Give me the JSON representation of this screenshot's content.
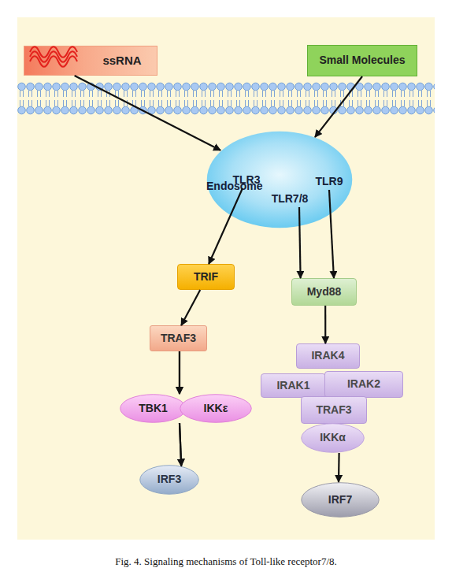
{
  "diagram": {
    "caption": "Fig. 4. Signaling mechanisms of Toll-like receptor7/8.",
    "nodes": [
      {
        "text": [
          "ssRNA"
        ]
      },
      {
        "text": [
          "Small Molecules"
        ]
      },
      {
        "text": [
          "Endosome"
        ]
      },
      {
        "text": [
          "TLR3"
        ],
        "in": 2
      },
      {
        "text": [
          "TLR7/8"
        ],
        "in": 2
      },
      {
        "text": [
          "TLR9"
        ],
        "in": 2
      },
      {
        "text": [
          "TRIF"
        ]
      },
      {
        "text": [
          "Myd88"
        ]
      },
      {
        "text": [
          "TRAF3"
        ]
      },
      {
        "text": [
          "IRAK4"
        ]
      },
      {
        "text": [
          "IRAK1"
        ]
      },
      {
        "text": [
          "IRAK2"
        ]
      },
      {
        "text": [
          "TBK1"
        ]
      },
      {
        "text": [
          "IKKε"
        ]
      },
      {
        "text": [
          "TRAF3"
        ]
      },
      {
        "text": [
          "IKKα"
        ]
      },
      {
        "text": [
          "IRF3"
        ]
      },
      {
        "text": [
          "IRF7"
        ]
      }
    ],
    "edges": [
      {
        "from": 0,
        "to": 2,
        "arrow": "to"
      },
      {
        "from": 1,
        "to": 2,
        "arrow": "to"
      },
      {
        "from": 3,
        "to": 6,
        "arrow": "to"
      },
      {
        "from": 4,
        "to": 7,
        "arrow": "to"
      },
      {
        "from": 5,
        "to": 7,
        "arrow": "to"
      },
      {
        "from": 6,
        "to": 8,
        "arrow": "to"
      },
      {
        "from": 8,
        "to": 12,
        "arrow": "to"
      },
      {
        "from": 8,
        "to": 13,
        "arrow": "to"
      },
      {
        "from": 12,
        "to": 16,
        "arrow": "to"
      },
      {
        "from": 13,
        "to": 16,
        "arrow": "to"
      },
      {
        "from": 7,
        "to": 9,
        "arrow": "to"
      },
      {
        "from": 15,
        "to": 17,
        "arrow": "to"
      }
    ]
  }
}
